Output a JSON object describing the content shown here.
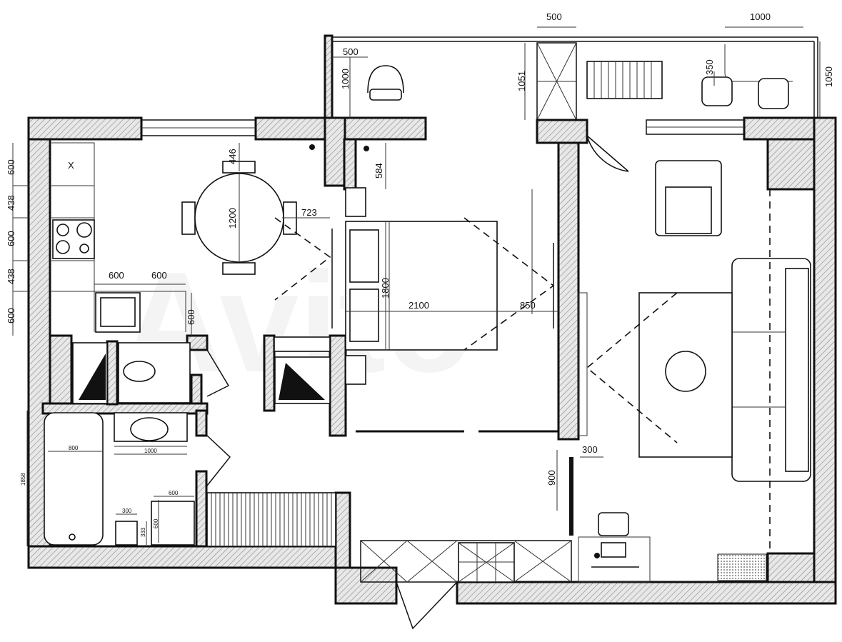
{
  "plan": {
    "kitchen_mark": "X",
    "watermark": "Avito",
    "dims": {
      "balcony_left_width": "500",
      "balcony_left_depth": "1000",
      "balcony_gap": "500",
      "balcony_right_width": "1000",
      "balcony_mid_depth": "1051",
      "balcony_chair_offset": "350",
      "balcony_right_depth": "1050",
      "table_offset_top": "446",
      "bedroom_offset_top": "584",
      "table_diameter": "1200",
      "table_to_wall": "723",
      "kitchen_left_1": "600",
      "kitchen_left_2": "438",
      "kitchen_left_3": "600",
      "kitchen_left_4": "438",
      "kitchen_left_5": "600",
      "counter_1": "600",
      "counter_2": "600",
      "counter_depth": "600",
      "bed_width": "1800",
      "bed_length": "2100",
      "bed_to_wall": "850",
      "hall_wall": "300",
      "hall_door": "900",
      "bath_width": "800",
      "sink_width": "1000",
      "bath_length": "1858",
      "cabinet_width": "600",
      "cabinet_depth": "600",
      "toilet_width": "300",
      "toilet_depth": "333"
    }
  }
}
